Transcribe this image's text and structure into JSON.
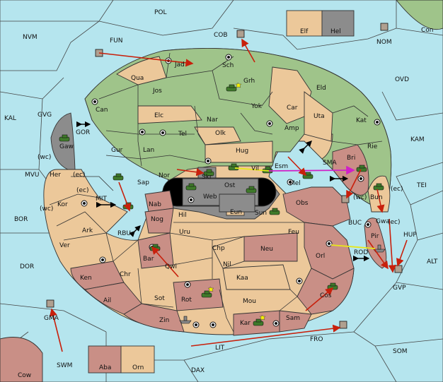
{
  "map": {
    "provinces": {
      "POL": "POL",
      "FUN": "FUN",
      "COB": "COB",
      "NVM": "NVM",
      "NOM": "NOM",
      "Con": "Con",
      "OVD": "OVD",
      "KAL": "KAL",
      "GVG": "GVG",
      "KAM": "KAM",
      "TEI": "TEI",
      "MVU": "MVU",
      "BOR": "BOR",
      "DOR": "DOR",
      "ALT": "ALT",
      "HUP": "HUP",
      "GVP": "GVP",
      "GMA": "GMA",
      "SWM": "SWM",
      "LIT": "LIT",
      "FRO": "FRO",
      "SOM": "SOM",
      "DAX": "DAX",
      "Cow": "Cow",
      "Elf": "Elf",
      "Hel": "Hel",
      "Jad": "Jad",
      "Sch": "Sch",
      "Qua": "Qua",
      "Grh": "Grh",
      "Jos": "Jos",
      "Eld": "Eld",
      "Can": "Can",
      "Yok": "Yok",
      "Car": "Car",
      "Uta": "Uta",
      "Elc": "Elc",
      "Nar": "Nar",
      "Kat": "Kat",
      "Amp": "Amp",
      "Tel": "Tel",
      "Olk": "Olk",
      "GOR": "GOR",
      "Gaw": "Gaw",
      "Gur": "Gur",
      "Lan": "Lan",
      "Hug": "Hug",
      "Rie": "Rie",
      "Bri": "Bri",
      "SMA": "SMA",
      "Nor": "Nor",
      "Vil": "Vil",
      "Esm": "Esm",
      "Skr": "Skr",
      "Her": "Her",
      "Sap": "Sap",
      "Ost": "Ost",
      "Mel": "Mel",
      "Web": "Web",
      "Kor": "Kor",
      "MIT": "MIT",
      "Nab": "Nab",
      "Obs": "Obs",
      "Bun": "Bun",
      "Eun": "Eun",
      "Sun": "Sun",
      "Hil": "Hil",
      "Nog": "Nog",
      "Gwa": "Gwa",
      "BUC": "BUC",
      "Ark": "Ark",
      "RBU": "RBU",
      "Uru": "Uru",
      "Feu": "Feu",
      "Pir": "Pir",
      "Ver": "Ver",
      "Chp": "Chp",
      "Neu": "Neu",
      "Orl": "Orl",
      "ROD": "ROD",
      "Bar": "Bar",
      "Nil": "Nil",
      "Qwi": "Qwi",
      "Ken": "Ken",
      "Chr": "Chr",
      "Kaa": "Kaa",
      "Ail": "Ail",
      "Sot": "Sot",
      "Rot": "Rot",
      "Mou": "Mou",
      "Cos": "Cos",
      "Zin": "Zin",
      "Kar": "Kar",
      "Sam": "Sam",
      "Aba": "Aba",
      "Orn": "Orn"
    },
    "coast_tags": {
      "her_wc": "(wc)",
      "her_ec": "(ec)",
      "kor_ec": "(ec)",
      "kor_wc": "(wc)",
      "bun_wc": "(wc)",
      "bun_ec": "(ec)",
      "gwa_ec": "(ec)"
    },
    "colors": {
      "sea": "#b5e5ee",
      "green_power": "#9fc48a",
      "tan_power": "#ecc89a",
      "red_power": "#c98f86",
      "grey_power": "#8c8c8c",
      "move_arrow": "#c8200c",
      "support_line": "#e8e81a",
      "convoy_line": "#d020c8"
    }
  }
}
